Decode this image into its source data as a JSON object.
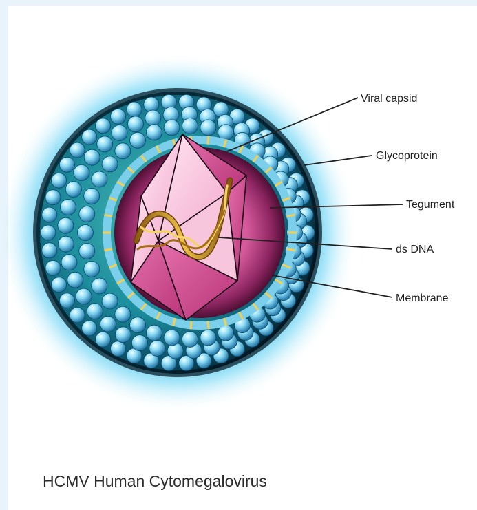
{
  "labels": {
    "viral_capsid": "Viral capsid",
    "glycoprotein": "Glycoprotein",
    "tegument": "Tegument",
    "ds_dna": "ds DNA",
    "membrane": "Membrane"
  },
  "caption": "HCMV Human Cytomegalovirus",
  "colors": {
    "page_frame": "#e8f3fb",
    "panel": "#ffffff",
    "halo": "#36c8f0",
    "outer_shell": "#0f6b82",
    "glycoprotein_spheres": "#7fd3f2",
    "spike_yellow": "#f3cf52",
    "tegument": "#7b1f55",
    "capsid": "#e26aa6",
    "dna": "#c9961a",
    "leader_lines": "#222222"
  }
}
